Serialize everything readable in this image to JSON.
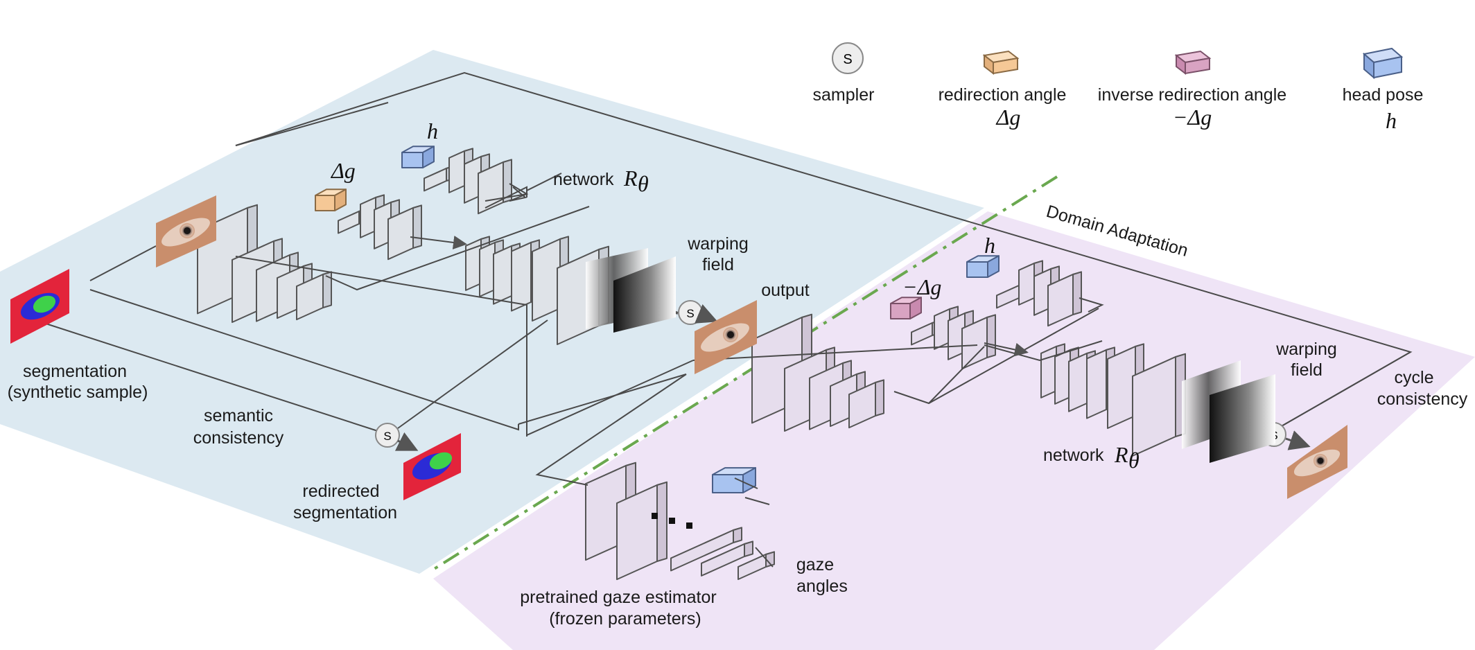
{
  "legend": {
    "sampler": {
      "symbol": "S",
      "label": "sampler"
    },
    "redirection_angle": {
      "label": "redirection angle",
      "symbol": "Δg",
      "color": "#f5c896"
    },
    "inverse_redirection_angle": {
      "label": "inverse redirection angle",
      "symbol": "−Δg",
      "color": "#d9a3c2"
    },
    "head_pose": {
      "label": "head pose",
      "symbol": "h",
      "color": "#a8c3f0"
    }
  },
  "regions": {
    "synthetic_color": "#dce9f1",
    "real_color": "#efe4f6",
    "domain_adaptation_label": "Domain Adaptation",
    "divider_color": "#6aa84f"
  },
  "top_network": {
    "delta_g": "Δg",
    "h": "h",
    "network_label": "network",
    "network_symbol": "R",
    "network_sub": "θ",
    "warping_field": [
      "warping",
      "field"
    ],
    "sampler_symbol": "S"
  },
  "bottom_network": {
    "neg_delta_g": "−Δg",
    "h": "h",
    "network_label": "network",
    "network_symbol": "R",
    "network_sub": "θ",
    "warping_field": [
      "warping",
      "field"
    ],
    "sampler_symbol": "S"
  },
  "labels": {
    "segmentation": [
      "segmentation",
      "(synthetic sample)"
    ],
    "semantic_consistency": [
      "semantic",
      "consistency"
    ],
    "redirected_segmentation": [
      "redirected",
      "segmentation"
    ],
    "output": "output",
    "cycle_consistency": [
      "cycle",
      "consistency"
    ],
    "gaze_estimator": [
      "pretrained gaze estimator",
      "(frozen parameters)"
    ],
    "gaze_angles": [
      "gaze",
      "angles"
    ],
    "dots": "..."
  }
}
